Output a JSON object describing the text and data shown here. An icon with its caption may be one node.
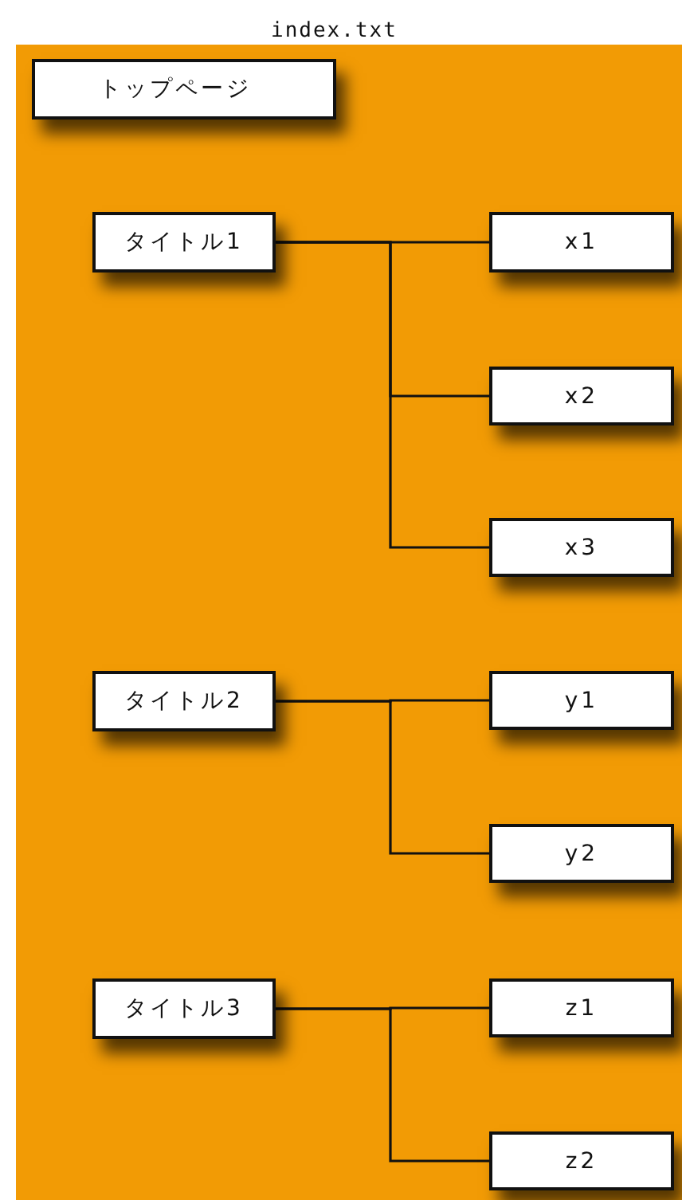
{
  "diagram": {
    "nodes": [
      {
        "text": [
          "index.txt"
        ]
      },
      {
        "text": [
          "トップページ"
        ],
        "in": 0
      },
      {
        "text": [
          "タイトル1"
        ],
        "in": 0
      },
      {
        "text": [
          "x1"
        ],
        "in": 0
      },
      {
        "text": [
          "x2"
        ],
        "in": 0
      },
      {
        "text": [
          "x3"
        ],
        "in": 0
      },
      {
        "text": [
          "タイトル2"
        ],
        "in": 0
      },
      {
        "text": [
          "y1"
        ],
        "in": 0
      },
      {
        "text": [
          "y2"
        ],
        "in": 0
      },
      {
        "text": [
          "タイトル3"
        ],
        "in": 0
      },
      {
        "text": [
          "z1"
        ],
        "in": 0
      },
      {
        "text": [
          "z2"
        ],
        "in": 0
      }
    ],
    "edges": [
      {
        "from": 2,
        "to": 3,
        "arrow": "none"
      },
      {
        "from": 2,
        "to": 4,
        "arrow": "none"
      },
      {
        "from": 2,
        "to": 5,
        "arrow": "none"
      },
      {
        "from": 6,
        "to": 7,
        "arrow": "none"
      },
      {
        "from": 6,
        "to": 8,
        "arrow": "none"
      },
      {
        "from": 9,
        "to": 10,
        "arrow": "none"
      },
      {
        "from": 9,
        "to": 11,
        "arrow": "none"
      }
    ]
  }
}
